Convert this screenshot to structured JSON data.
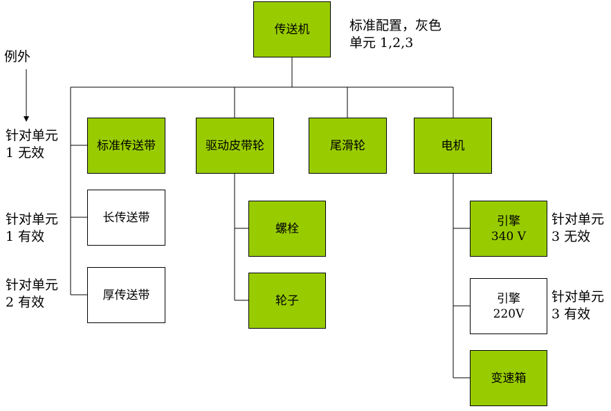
{
  "colors": {
    "highlight_fill": "#99cc00",
    "plain_fill": "#ffffff",
    "stroke": "#000000"
  },
  "root": {
    "label": "传送机",
    "note_line1": "标准配置，灰色",
    "note_line2": "单元 1,2,3"
  },
  "exception_label": "例外",
  "conveyor": {
    "standard": "标准传送带",
    "long": "长传送带",
    "thick": "厚传送带"
  },
  "pulley": {
    "label": "驱动皮带轮",
    "bolt": "螺栓",
    "wheel": "轮子"
  },
  "tail_pulley": "尾滑轮",
  "motor": {
    "label": "电机",
    "engine1_line1": "引擎",
    "engine1_line2": "340 V",
    "engine2_line1": "引擎",
    "engine2_line2": "220V",
    "gearbox": "变速箱"
  },
  "notes": {
    "unit1_invalid": {
      "line1": "针对单元",
      "line2": "1 无效"
    },
    "unit1_valid": {
      "line1": "针对单元",
      "line2": "1 有效"
    },
    "unit2_valid": {
      "line1": "针对单元",
      "line2": "2 有效"
    },
    "unit3_invalid": {
      "line1": "针对单元",
      "line2": "3 无效"
    },
    "unit3_valid": {
      "line1": "针对单元",
      "line2": "3 有效"
    }
  }
}
